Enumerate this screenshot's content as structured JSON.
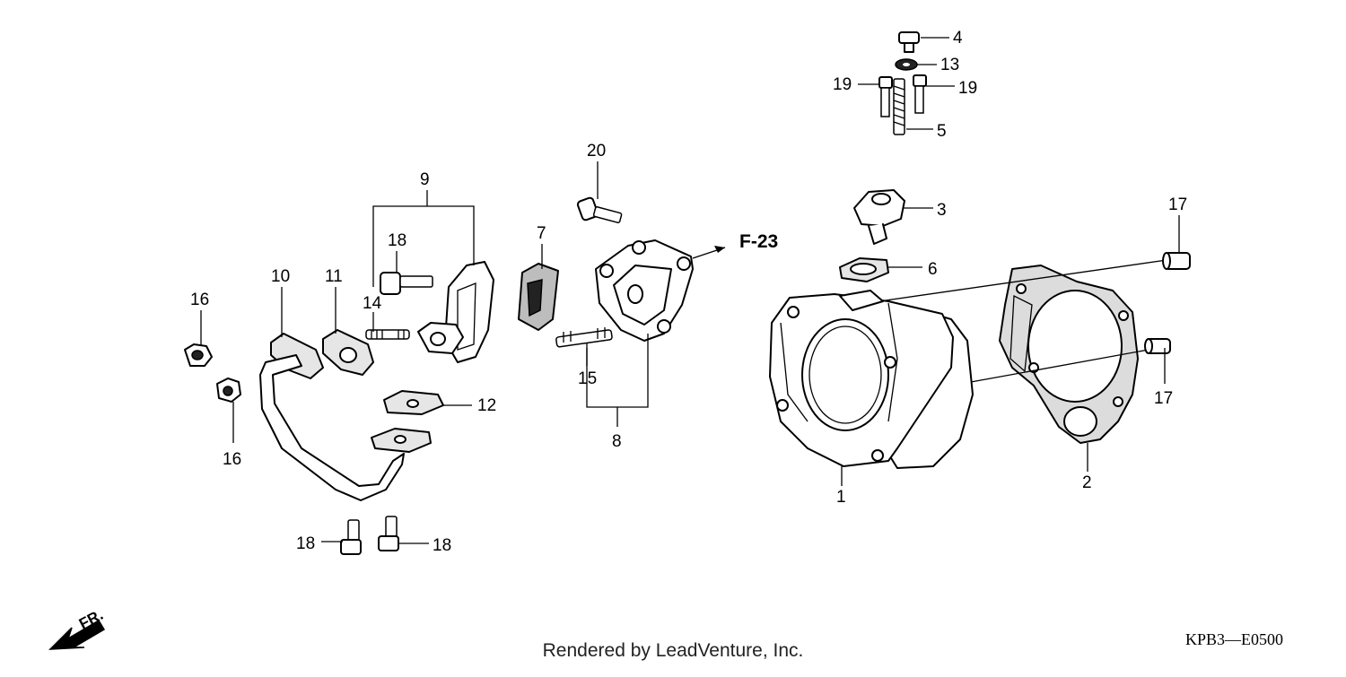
{
  "diagram": {
    "callouts": {
      "c1": "1",
      "c2": "2",
      "c3": "3",
      "c4": "4",
      "c5": "5",
      "c6": "6",
      "c7": "7",
      "c8": "8",
      "c9": "9",
      "c10": "10",
      "c11": "11",
      "c12": "12",
      "c13": "13",
      "c14": "14",
      "c15": "15",
      "c16a": "16",
      "c16b": "16",
      "c17a": "17",
      "c17b": "17",
      "c18a": "18",
      "c18b": "18",
      "c18c": "18",
      "c19a": "19",
      "c19b": "19",
      "c20": "20"
    },
    "reference": "F-23",
    "direction_label": "FR.",
    "diagram_code": "KPB3—E0500"
  },
  "footer": {
    "text": "Rendered by LeadVenture, Inc."
  }
}
